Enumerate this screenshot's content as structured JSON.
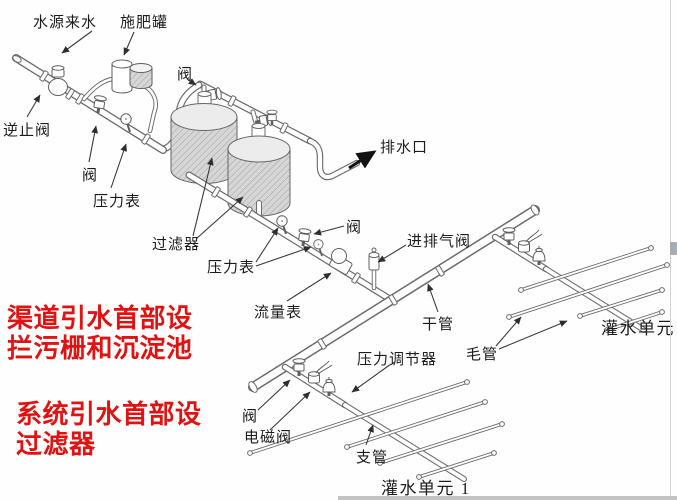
{
  "labels": {
    "water_source": "水源来水",
    "fertilizer_tank": "施肥罐",
    "check_valve": "逆止阀",
    "valve_inlet": "阀",
    "gauge_inlet": "压力表",
    "valve_filter": "阀",
    "filter": "过滤器",
    "gauge_outlet": "压力表",
    "drain_outlet": "排水口",
    "valve_outlet": "阀",
    "air_valve": "进排气阀",
    "flow_meter": "流量表",
    "main_pipe": "干管",
    "pressure_regulator": "压力调节器",
    "lateral_pipe": "毛管",
    "irrigation_unit_2": "灌水单元",
    "valve_unit1": "阀",
    "solenoid_valve": "电磁阀",
    "branch_pipe": "支管",
    "irrigation_unit_1": "灌水单元 1"
  },
  "annotations": {
    "note1": "渠道引水首部设\n拦污栅和沉淀池",
    "note2": "系统引水首部设\n过滤器"
  },
  "colors": {
    "note_red": "#e01212",
    "line_art": "#6b6b6b",
    "tank_fill": "#d6d6d6",
    "edge_gray": "#c3c3c3"
  },
  "icons": {
    "drain_arrow": "solid-black-arrow",
    "leader_arrows": "thin-arrow"
  }
}
